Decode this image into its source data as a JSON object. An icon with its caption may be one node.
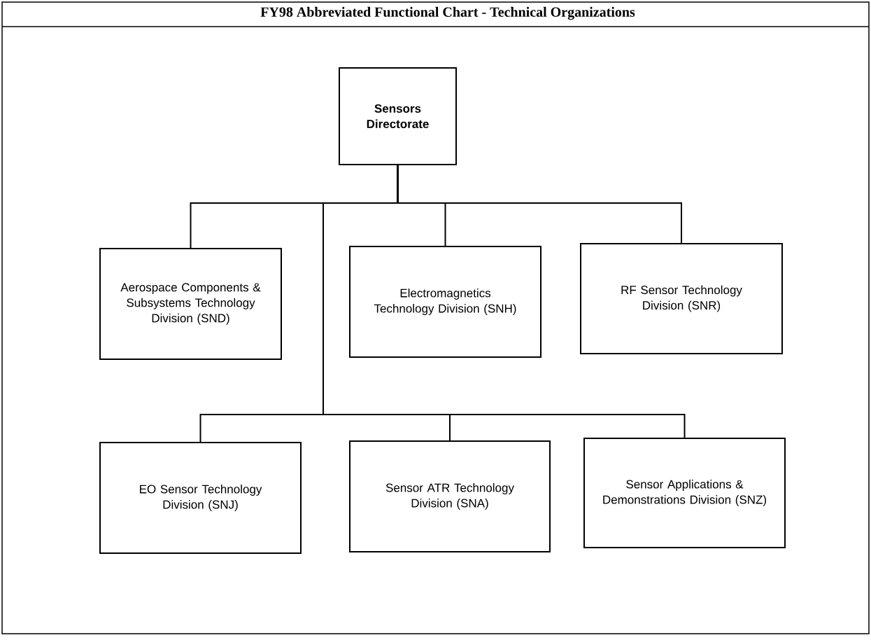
{
  "diagram": {
    "title": "FY98 Abbreviated Functional Chart - Technical Organizations",
    "nodes": [
      {
        "text": [
          "Sensors Directorate"
        ]
      },
      {
        "text": [
          "Aerospace Components & Subsystems Technology Division (SND)"
        ]
      },
      {
        "text": [
          "Electromagnetics Technology Division (SNH)"
        ]
      },
      {
        "text": [
          "RF Sensor Technology Division (SNR)"
        ]
      },
      {
        "text": [
          "EO Sensor Technology Division (SNJ)"
        ]
      },
      {
        "text": [
          "Sensor ATR Technology Division (SNA)"
        ]
      },
      {
        "text": [
          "Sensor Applications & Demonstrations Division (SNZ)"
        ]
      }
    ],
    "edges": [
      {
        "from": 0,
        "to": 1,
        "arrow": "none"
      },
      {
        "from": 0,
        "to": 2,
        "arrow": "none"
      },
      {
        "from": 0,
        "to": 3,
        "arrow": "none"
      },
      {
        "from": 0,
        "to": 4,
        "arrow": "none"
      },
      {
        "from": 0,
        "to": 5,
        "arrow": "none"
      },
      {
        "from": 0,
        "to": 6,
        "arrow": "none"
      }
    ]
  }
}
